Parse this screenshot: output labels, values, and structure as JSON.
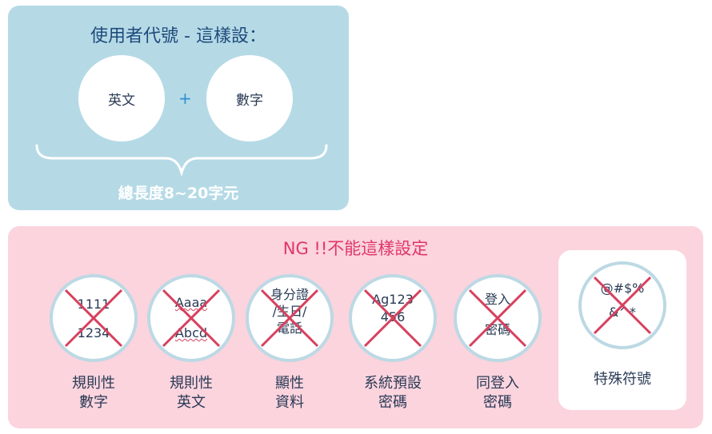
{
  "top_panel": {
    "title": "使用者代號 - 這樣設：",
    "circle_left": "英文",
    "plus": "+",
    "circle_right": "數字",
    "caption": "總長度8~20字元"
  },
  "bottom_panel": {
    "title": "NG !!不能這樣設定",
    "items": [
      {
        "line1": "1111",
        "line2": "1234",
        "label1": "規則性",
        "label2": "數字"
      },
      {
        "line1": "Aaaa",
        "line2": "Abcd",
        "label1": "規則性",
        "label2": "英文"
      },
      {
        "line1": "身分證",
        "line2": "/生日/",
        "line3": "電話",
        "label1": "顯性",
        "label2": "資料"
      },
      {
        "line1": "Ag123",
        "line2": "456",
        "label1": "系統預設",
        "label2": "密碼"
      },
      {
        "line1": "登入",
        "line2": "密碼",
        "label1": "同登入",
        "label2": "密碼"
      },
      {
        "line1": "@#$%",
        "line2": "&^*",
        "label1": "特殊符號"
      }
    ]
  },
  "colors": {
    "top_panel_bg": "#b5dae6",
    "bottom_panel_bg": "#fbd4de",
    "cross": "#d7405e",
    "ng_title": "#e0366a"
  }
}
